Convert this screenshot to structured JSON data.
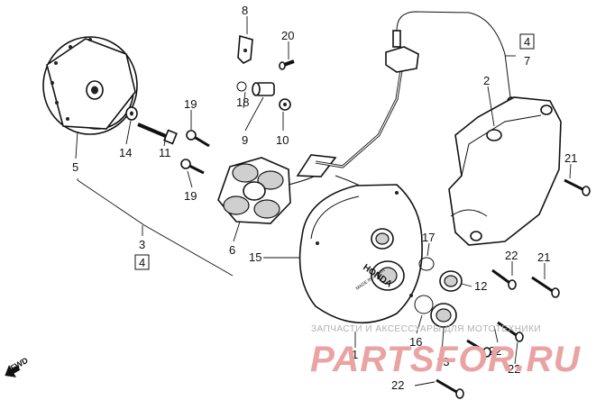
{
  "labels": {
    "p2": "2",
    "p3": "3",
    "p3box": "4",
    "p5": "5",
    "p6": "6",
    "p7": "7",
    "p7box": "4",
    "p8": "8",
    "p9": "9",
    "p10": "10",
    "p11": "11",
    "p12": "12",
    "p13": "13",
    "p14": "14",
    "p15": "15",
    "p16": "16",
    "p17": "17",
    "p18": "18",
    "p19a": "19",
    "p19b": "19",
    "p20": "20",
    "p21a": "21",
    "p21b": "21",
    "p22a": "22",
    "p22b": "22",
    "p22c": "22",
    "p1": "1"
  },
  "fwd": "FWD",
  "cover_text": "HONDA",
  "cover_subtext": "MADE IN JAPAN",
  "watermark": {
    "top": "ЗАПЧАСТИ И АКСЕССУАРЫ ДЛЯ МОТОТЕХНИКИ",
    "brand": "PARTSFOR.RU"
  }
}
